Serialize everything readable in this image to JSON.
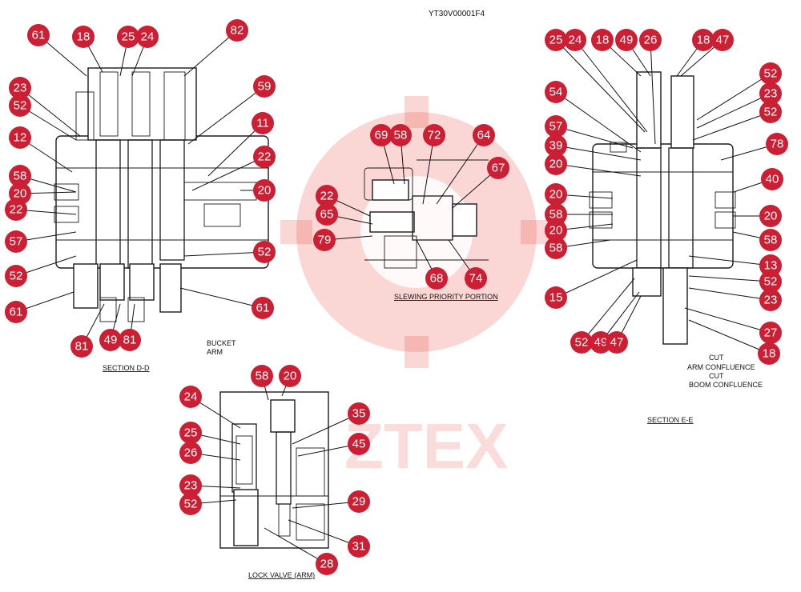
{
  "header": {
    "code": "YT30V00001F4"
  },
  "watermark": {
    "text": "ZTEX",
    "color": "#e8473a"
  },
  "colors": {
    "callout": "#cc1f33",
    "line": "#1a1a1a",
    "paper": "#ffffff"
  },
  "sections": {
    "dd": {
      "title": "SECTION  D-D",
      "note1": "BUCKET",
      "note2": "ARM"
    },
    "slew": {
      "title": "SLEWING PRIORITY PORTION"
    },
    "ee": {
      "title": "SECTION  E-E",
      "note1": "CUT",
      "note2": "ARM CONFLUENCE",
      "note3": "CUT",
      "note4": "BOOM CONFLUENCE"
    },
    "lock": {
      "title": "LOCK VALVE (ARM)"
    }
  },
  "callouts": {
    "dd": [
      "61",
      "18",
      "25",
      "24",
      "82",
      "59",
      "23",
      "52",
      "11",
      "12",
      "22",
      "58",
      "20",
      "20",
      "22",
      "57",
      "52",
      "52",
      "61",
      "61",
      "81",
      "49",
      "81"
    ],
    "slew": [
      "69",
      "58",
      "72",
      "64",
      "67",
      "22",
      "65",
      "79",
      "68",
      "74"
    ],
    "ee": [
      "25",
      "24",
      "18",
      "49",
      "26",
      "18",
      "47",
      "52",
      "23",
      "54",
      "52",
      "57",
      "39",
      "78",
      "20",
      "40",
      "20",
      "58",
      "20",
      "20",
      "58",
      "58",
      "13",
      "15",
      "52",
      "23",
      "27",
      "52",
      "49",
      "47",
      "18"
    ],
    "lock": [
      "58",
      "20",
      "24",
      "35",
      "25",
      "45",
      "26",
      "23",
      "52",
      "29",
      "31",
      "28"
    ]
  }
}
